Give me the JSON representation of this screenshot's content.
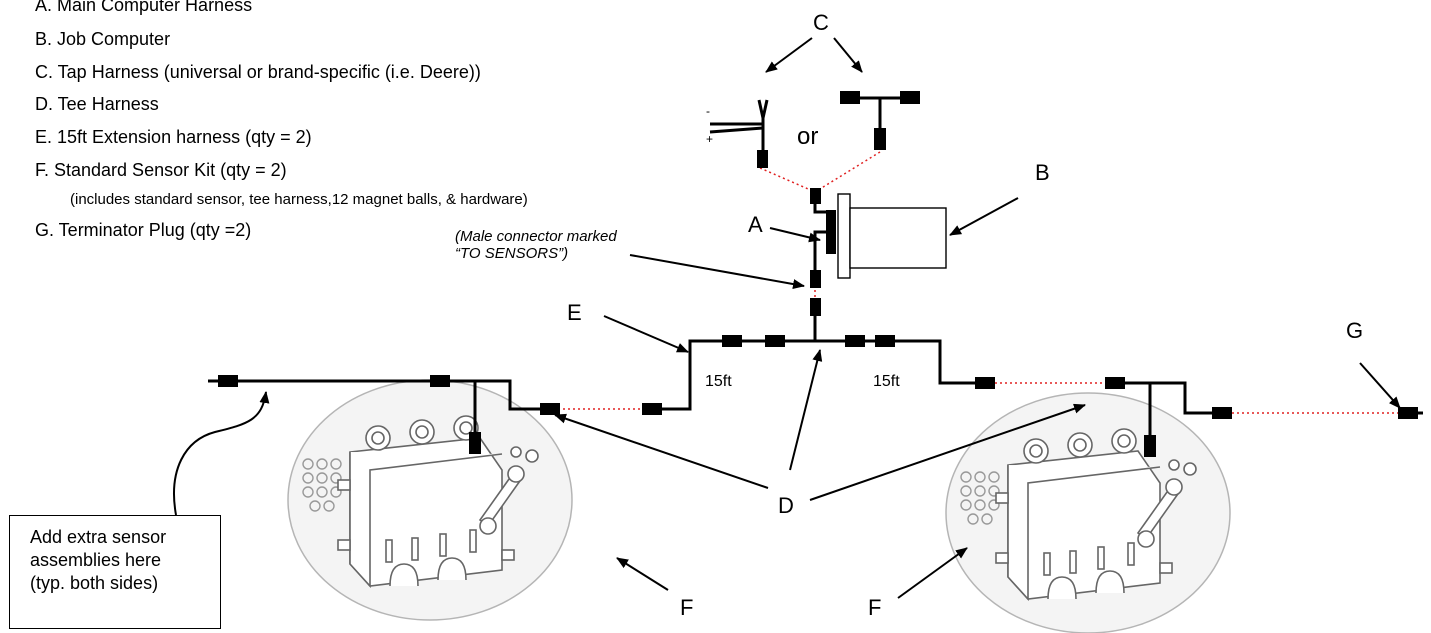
{
  "legend": [
    "A. Main Computer Harness",
    "B. Job Computer",
    "C. Tap Harness (universal or brand-specific (i.e. Deere))",
    "D. Tee Harness",
    "E. 15ft Extension harness (qty = 2)",
    "F. Standard Sensor Kit (qty = 2)",
    "(includes standard sensor, tee harness,12 magnet  balls, & hardware)",
    "G. Terminator Plug  (qty =2)"
  ],
  "callouts": {
    "a": "A",
    "b": "B",
    "c": "C",
    "d": "D",
    "e": "E",
    "f_left": "F",
    "f_right": "F",
    "g": "G"
  },
  "or_text": "or",
  "tap_pin_minus": "-",
  "tap_pin_plus": "+",
  "male_note": [
    "(Male connector marked",
    "“TO SENSORS”)"
  ],
  "length_left": "15ft",
  "length_right": "15ft",
  "add_box": [
    "Add extra sensor",
    "assemblies here",
    "(typ. both sides)"
  ],
  "colors": {
    "cable": "#000000",
    "dotted_link": "#e02020",
    "kit_fill": "#f4f4f4",
    "kit_outline": "#b5b5b5"
  }
}
